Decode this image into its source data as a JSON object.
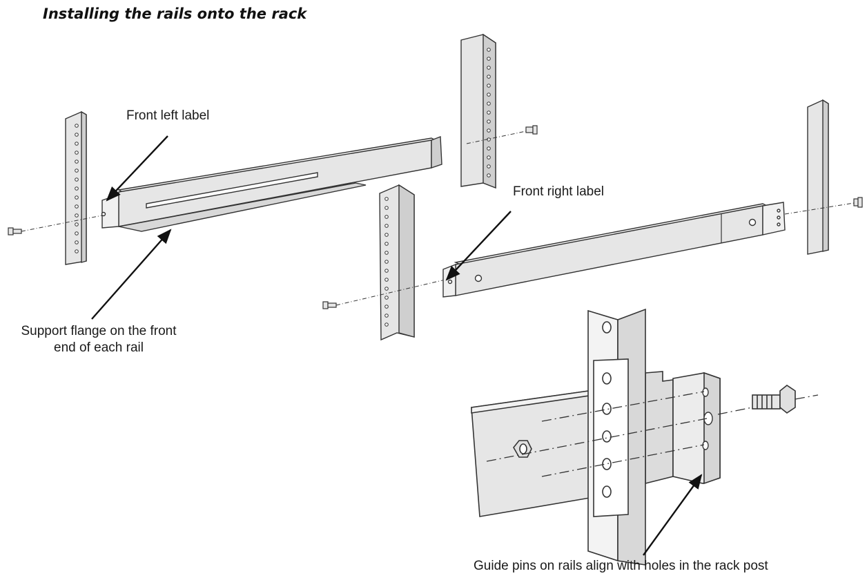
{
  "title": "Installing the rails onto the rack",
  "labels": {
    "front_left": "Front left label",
    "front_right": "Front right label",
    "support_flange_line1": "Support flange on the front",
    "support_flange_line2": "end of each rail",
    "guide_pins": "Guide pins on rails align with holes in the rack post"
  },
  "colors": {
    "metal_fill": "#e6e6e6",
    "metal_shade": "#cfcfcf",
    "stroke": "#333333",
    "text": "#1a1a1a"
  }
}
